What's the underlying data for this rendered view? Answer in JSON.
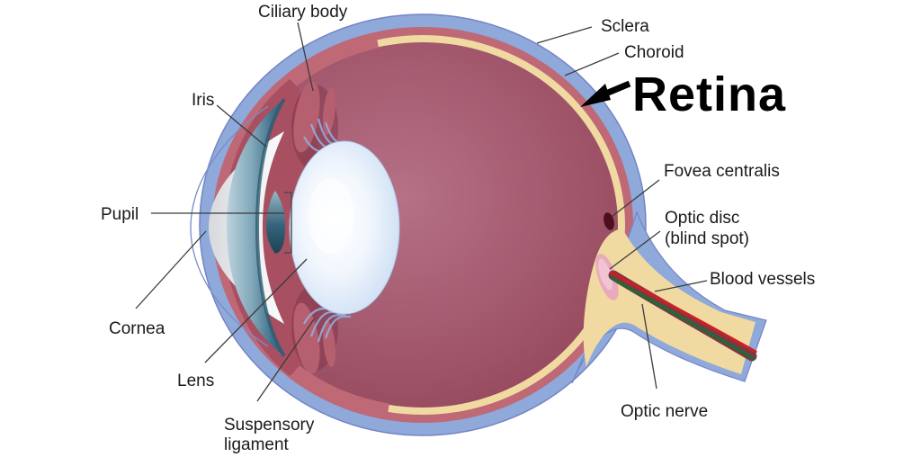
{
  "figure": {
    "type": "anatomical-diagram",
    "subject": "Human eye cross-section (sagittal view) with labeled anatomy",
    "highlighted_label": "Retina"
  },
  "labels": {
    "ciliary_body": "Ciliary body",
    "iris": "Iris",
    "pupil": "Pupil",
    "cornea": "Cornea",
    "lens": "Lens",
    "suspensory_ligament_line1": "Suspensory",
    "suspensory_ligament_line2": "ligament",
    "sclera": "Sclera",
    "choroid": "Choroid",
    "retina": "Retina",
    "fovea_centralis": "Fovea centralis",
    "optic_disc_line1": "Optic disc",
    "optic_disc_line2": "(blind spot)",
    "blood_vessels": "Blood vessels",
    "optic_nerve": "Optic nerve"
  },
  "colors": {
    "background": "#FFFFFF",
    "sclera_blue": "#8FA9DA",
    "sclera_edge": "#7484C4",
    "choroid_red": "#BF6876",
    "retina_cream": "#F0DAA1",
    "vitreous_maroon": "#9A4A5E",
    "anterior_red": "#A85062",
    "ciliary_red": "#B6606F",
    "ciliary_shadow": "#7E3448",
    "iris_teal": "#4A7B94",
    "cornea_gray": "#E4E5E9",
    "lens_blue": "#C3D8F2",
    "ligament_blue": "#93AEDD",
    "pupil_dark": "#1C4355",
    "optic_disc_pink": "#E9AABE",
    "fovea_dark": "#4D0E1F",
    "vessel_red": "#CF1F1F",
    "vessel_green": "#206B31",
    "vessel_band": "#7D3746",
    "leader_line": "#3B3B3B",
    "label_text": "#1A1A1A",
    "retina_label": "#000000"
  }
}
